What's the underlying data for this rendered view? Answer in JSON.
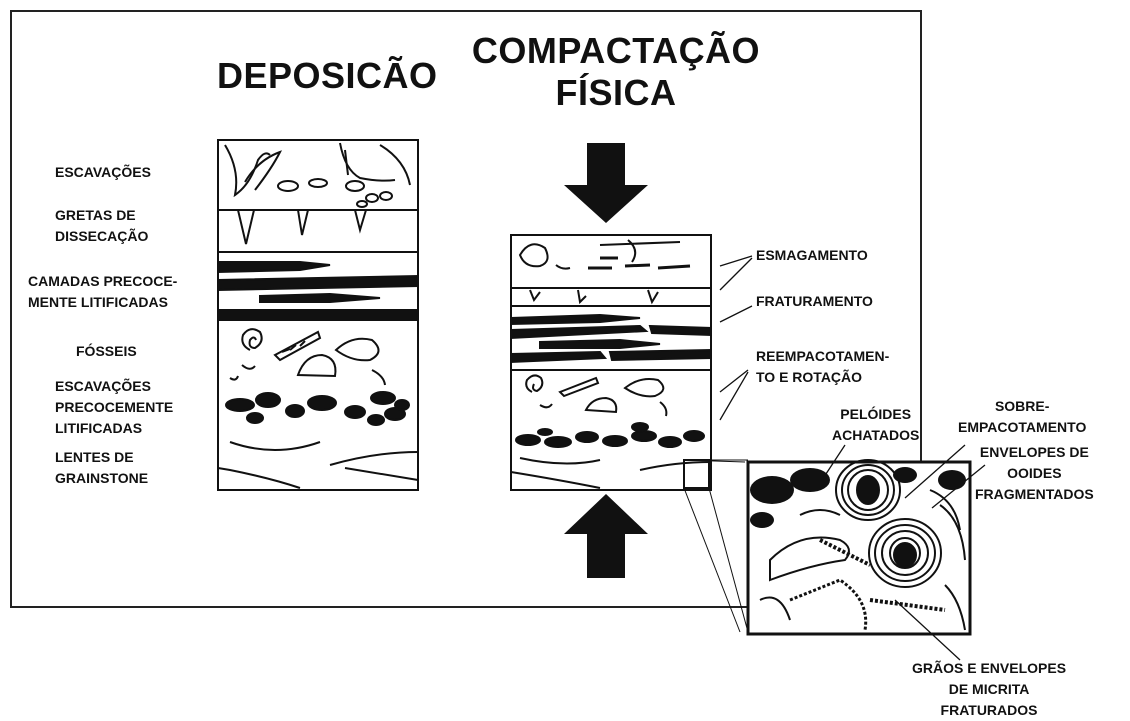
{
  "titles": {
    "deposition": "DEPOSICÃO",
    "compaction_line1": "COMPACTAÇÃO",
    "compaction_line2": "FÍSICA"
  },
  "left_labels": {
    "burrows": "ESCAVAÇÕES",
    "cracks_1": "GRETAS DE",
    "cracks_2": "DISSECAÇÃO",
    "layers_1": "CAMADAS PRECOCE-",
    "layers_2": "MENTE LITIFICADAS",
    "fossils": "FÓSSEIS",
    "burrows2_1": "ESCAVAÇÕES",
    "burrows2_2": "PRECOCEMENTE",
    "burrows2_3": "LITIFICADAS",
    "lenses_1": "LENTES DE",
    "lenses_2": "GRAINSTONE"
  },
  "right_labels": {
    "crushing": "ESMAGAMENTO",
    "fracturing": "FRATURAMENTO",
    "repacking_1": "REEMPACOTAMEN-",
    "repacking_2": "TO E ROTAÇÃO"
  },
  "detail_labels": {
    "peloids_1": "PELÓIDES",
    "peloids_2": "ACHATADOS",
    "overpacking_1": "SOBRE-",
    "overpacking_2": "EMPACOTAMENTO",
    "envelopes_1": "ENVELOPES DE",
    "envelopes_2": "OOIDES",
    "envelopes_3": "FRAGMENTADOS",
    "grains_1": "GRÃOS E ENVELOPES",
    "grains_2": "DE MICRITA",
    "grains_3": "FRATURADOS"
  }
}
